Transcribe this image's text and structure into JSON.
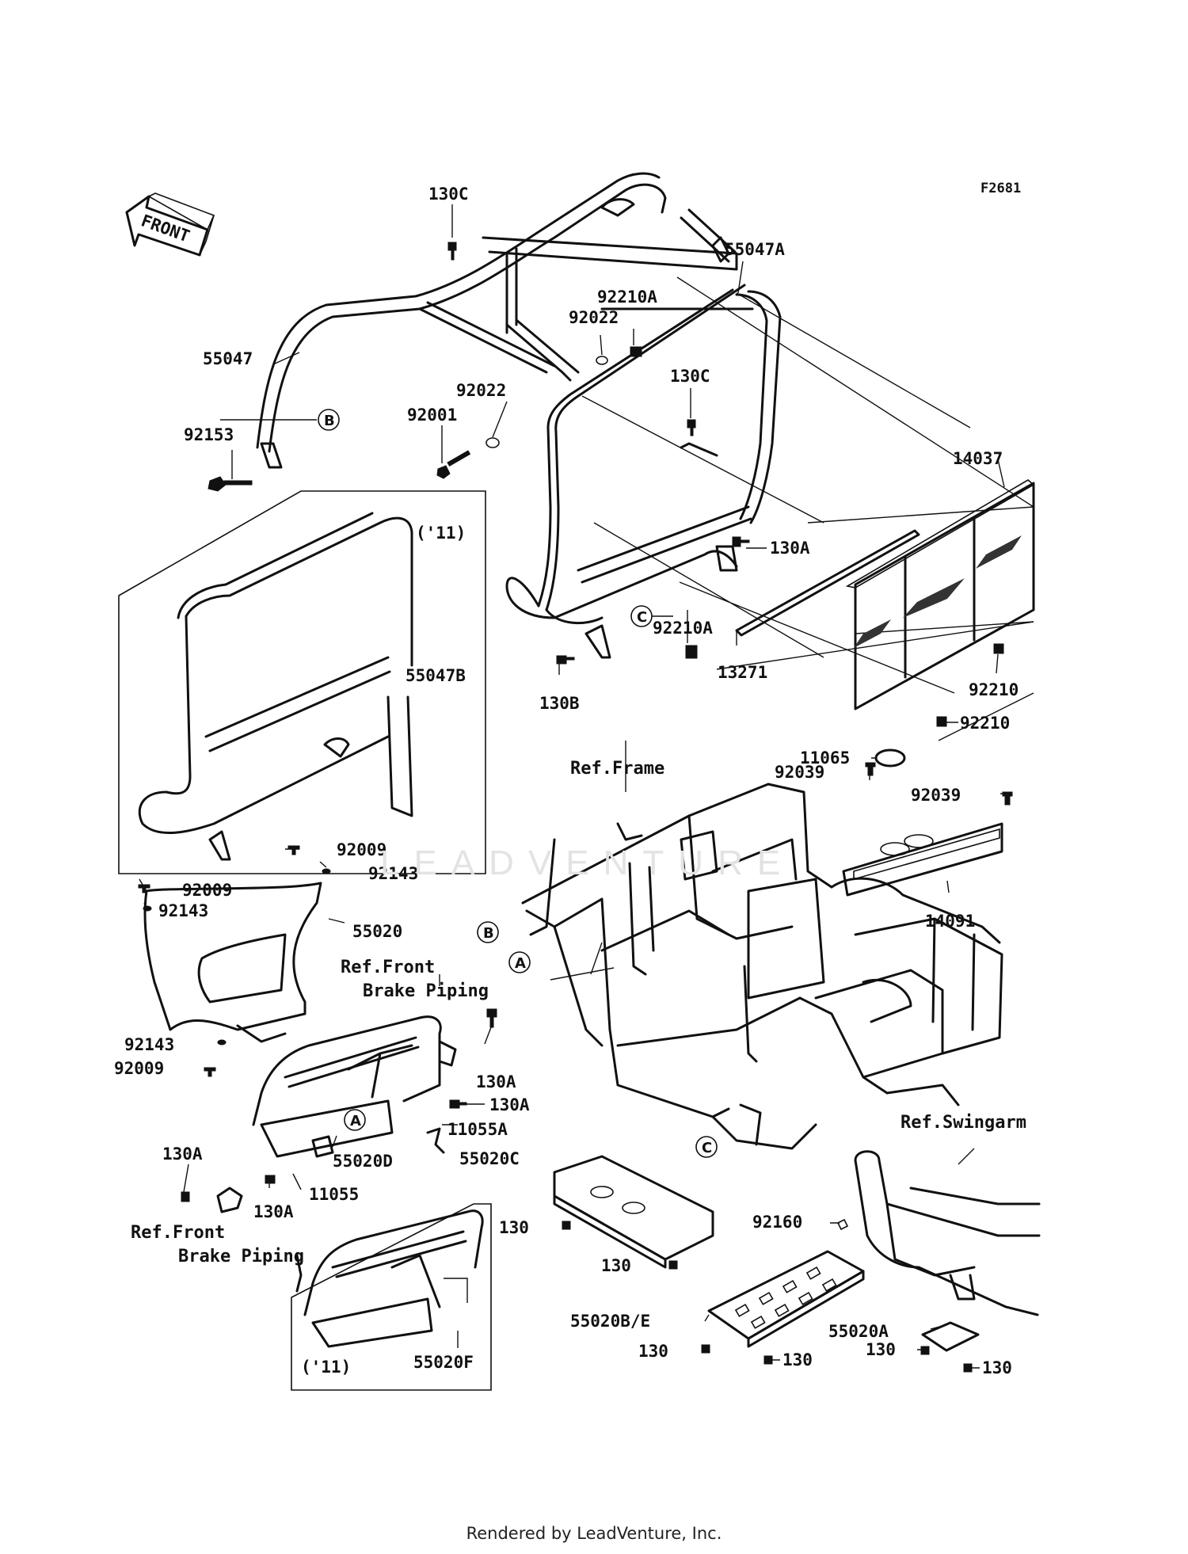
{
  "figure_code": "F2681",
  "direction_arrow": "FRONT",
  "footer": "Rendered by LeadVenture, Inc.",
  "watermark": "LEADVENTURE",
  "model_year_insets": [
    "('11)",
    "('11)"
  ],
  "references": [
    "Ref.Frame",
    "Ref.Front",
    "Brake Piping",
    "Ref.Front",
    "Brake Piping",
    "Ref.Swingarm"
  ],
  "connector_labels": [
    "A",
    "A",
    "B",
    "B",
    "C",
    "C"
  ],
  "part_labels": [
    "130C",
    "55047A",
    "92210A",
    "92022",
    "55047",
    "92022",
    "130C",
    "92001",
    "92153",
    "14037",
    "130A",
    "92210A",
    "13271",
    "130B",
    "92210",
    "92210",
    "55047B",
    "11065",
    "92039",
    "92039",
    "14091",
    "92009",
    "92143",
    "92009",
    "92143",
    "55020",
    "130A",
    "92143",
    "92009",
    "130A",
    "11055A",
    "55020D",
    "130A",
    "130A",
    "11055",
    "55020C",
    "130",
    "130",
    "92160",
    "55020B/E",
    "130",
    "130",
    "55020A",
    "130",
    "130",
    "55020F"
  ]
}
